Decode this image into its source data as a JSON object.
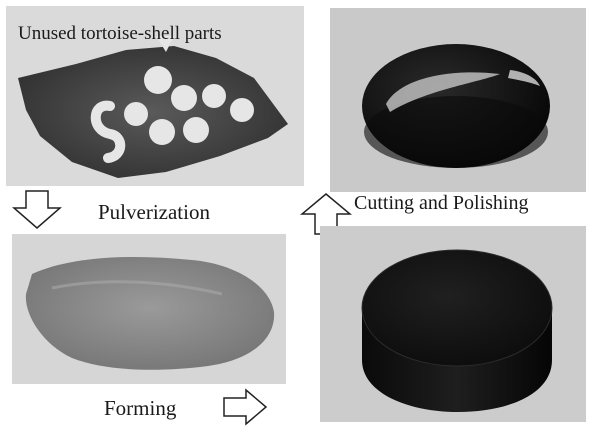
{
  "steps": {
    "top_left_caption": "Unused tortoise-shell parts",
    "pulverization": "Pulverization",
    "forming": "Forming",
    "cutting_polishing": "Cutting and Polishing"
  },
  "colors": {
    "photo_background": "#cfcfcf",
    "shell_dark": "#3a3a3a",
    "powder": "#8e8e8e",
    "product_black": "#0f0f0f",
    "text": "#1a1a1a"
  },
  "arrows": [
    {
      "name": "down-arrow-icon",
      "direction": "down"
    },
    {
      "name": "up-arrow-icon",
      "direction": "up"
    },
    {
      "name": "right-arrow-icon",
      "direction": "right"
    }
  ]
}
